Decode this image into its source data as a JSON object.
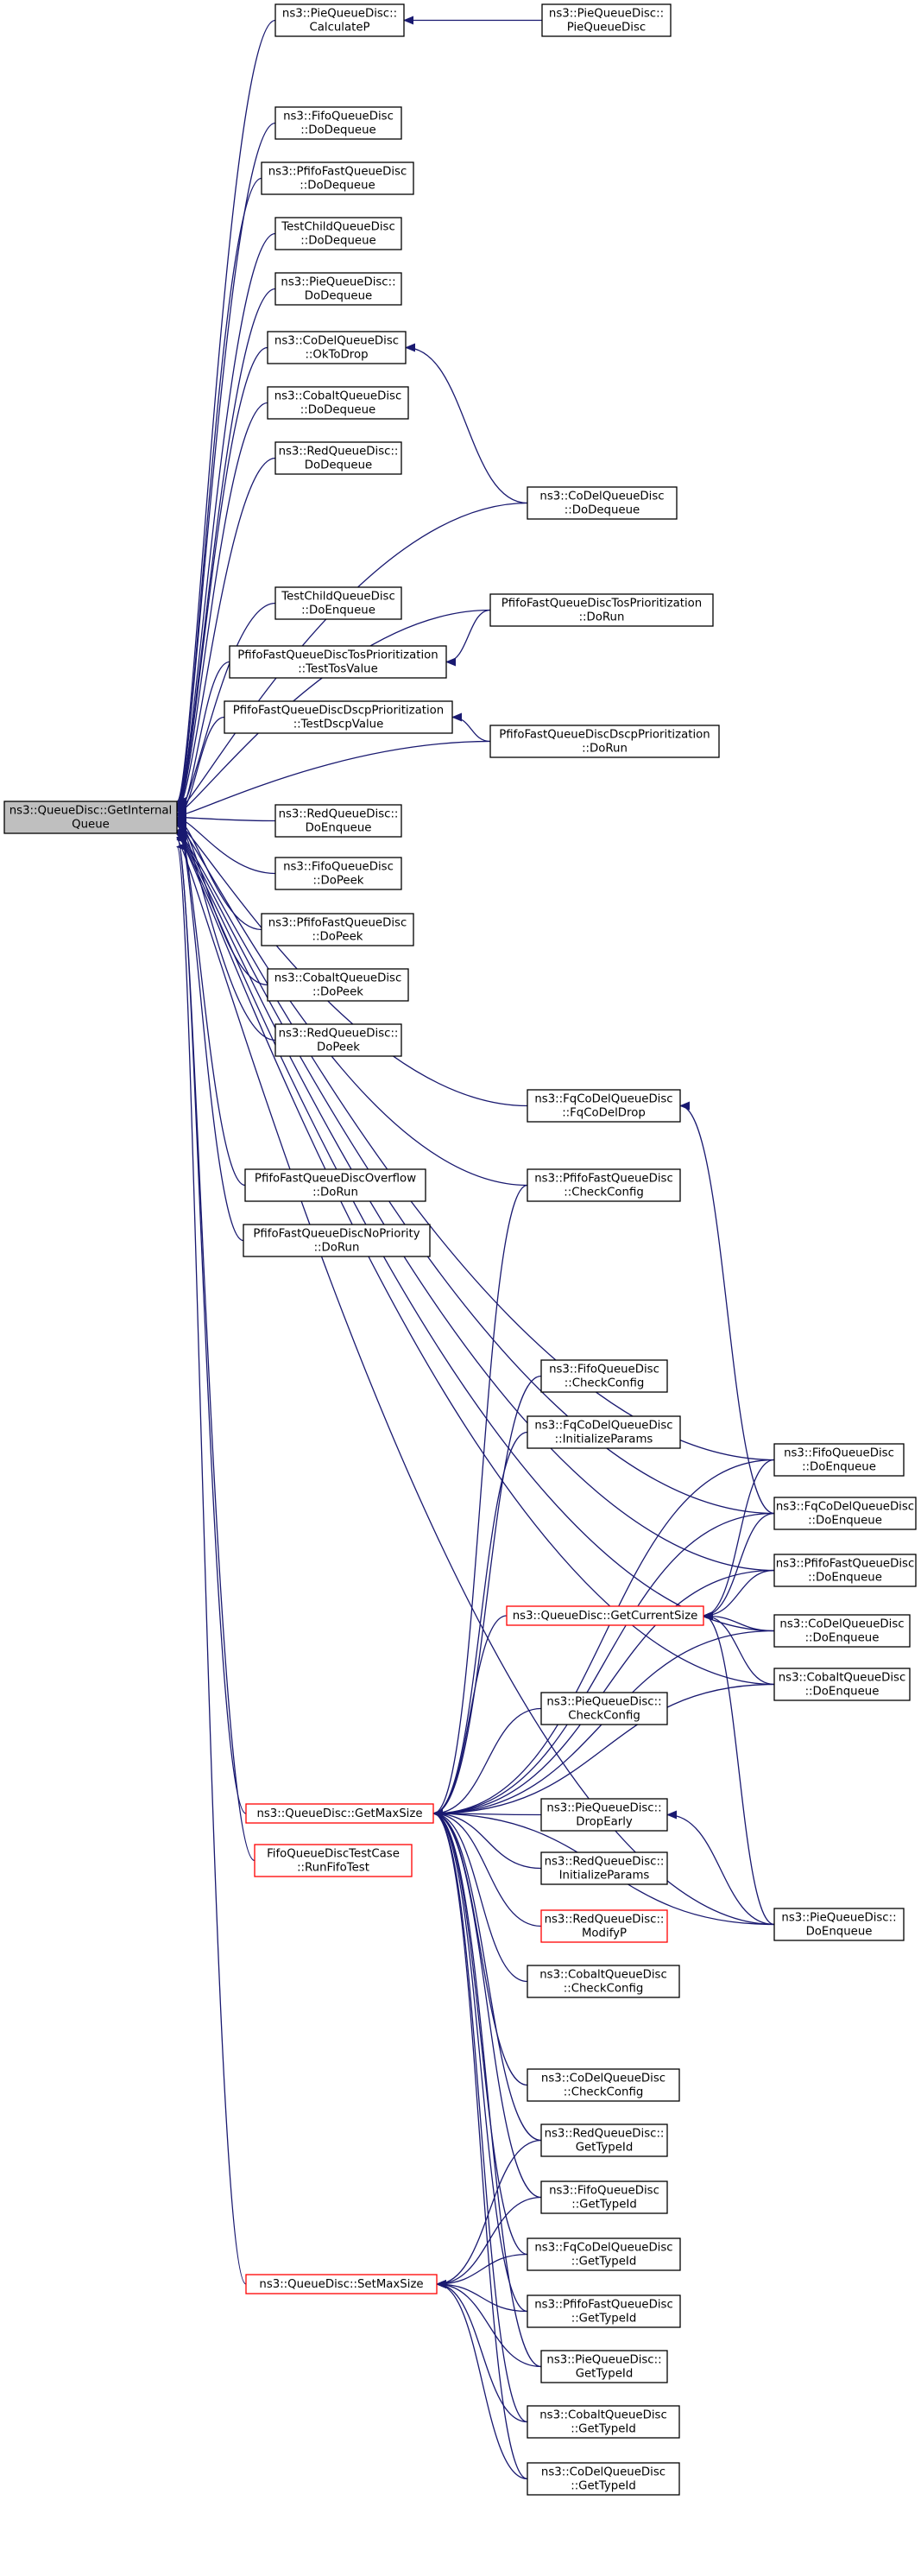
{
  "colors": {
    "edge": "#191970",
    "node_border": "#000000",
    "node_border_highlight": "#ff0000",
    "root_fill": "#bfbfbf"
  },
  "nodes": [
    {
      "id": "root",
      "lines": [
        "ns3::QueueDisc::GetInternal",
        "Queue"
      ],
      "style": "root"
    },
    {
      "id": "pie_calculatep",
      "lines": [
        "ns3::PieQueueDisc::",
        "CalculateP"
      ]
    },
    {
      "id": "pie_ctor",
      "lines": [
        "ns3::PieQueueDisc::",
        "PieQueueDisc"
      ]
    },
    {
      "id": "fifo_dodequeue",
      "lines": [
        "ns3::FifoQueueDisc",
        "::DoDequeue"
      ]
    },
    {
      "id": "pfifo_dodequeue",
      "lines": [
        "ns3::PfifoFastQueueDisc",
        "::DoDequeue"
      ]
    },
    {
      "id": "testchild_dodequeue",
      "lines": [
        "TestChildQueueDisc",
        "::DoDequeue"
      ]
    },
    {
      "id": "pie_dodequeue",
      "lines": [
        "ns3::PieQueueDisc::",
        "DoDequeue"
      ]
    },
    {
      "id": "codel_oktodrop",
      "lines": [
        "ns3::CoDelQueueDisc",
        "::OkToDrop"
      ]
    },
    {
      "id": "cobalt_dodequeue",
      "lines": [
        "ns3::CobaltQueueDisc",
        "::DoDequeue"
      ]
    },
    {
      "id": "red_dodequeue",
      "lines": [
        "ns3::RedQueueDisc::",
        "DoDequeue"
      ]
    },
    {
      "id": "codel_dodequeue",
      "lines": [
        "ns3::CoDelQueueDisc",
        "::DoDequeue"
      ]
    },
    {
      "id": "testchild_doenqueue",
      "lines": [
        "TestChildQueueDisc",
        "::DoEnqueue"
      ]
    },
    {
      "id": "tos_dorun",
      "lines": [
        "PfifoFastQueueDiscTosPrioritization",
        "::DoRun"
      ]
    },
    {
      "id": "tos_testtos",
      "lines": [
        "PfifoFastQueueDiscTosPrioritization",
        "::TestTosValue"
      ]
    },
    {
      "id": "dscp_testdscp",
      "lines": [
        "PfifoFastQueueDiscDscpPrioritization",
        "::TestDscpValue"
      ]
    },
    {
      "id": "dscp_dorun",
      "lines": [
        "PfifoFastQueueDiscDscpPrioritization",
        "::DoRun"
      ]
    },
    {
      "id": "red_doenqueue",
      "lines": [
        "ns3::RedQueueDisc::",
        "DoEnqueue"
      ]
    },
    {
      "id": "fifo_dopeek",
      "lines": [
        "ns3::FifoQueueDisc",
        "::DoPeek"
      ]
    },
    {
      "id": "pfifo_dopeek",
      "lines": [
        "ns3::PfifoFastQueueDisc",
        "::DoPeek"
      ]
    },
    {
      "id": "cobalt_dopeek",
      "lines": [
        "ns3::CobaltQueueDisc",
        "::DoPeek"
      ]
    },
    {
      "id": "red_dopeek",
      "lines": [
        "ns3::RedQueueDisc::",
        "DoPeek"
      ]
    },
    {
      "id": "fqcodel_drop",
      "lines": [
        "ns3::FqCoDelQueueDisc",
        "::FqCoDelDrop"
      ]
    },
    {
      "id": "pfifo_checkconfig",
      "lines": [
        "ns3::PfifoFastQueueDisc",
        "::CheckConfig"
      ]
    },
    {
      "id": "overflow_dorun",
      "lines": [
        "PfifoFastQueueDiscOverflow",
        "::DoRun"
      ]
    },
    {
      "id": "nopriority_dorun",
      "lines": [
        "PfifoFastQueueDiscNoPriority",
        "::DoRun"
      ]
    },
    {
      "id": "fifo_checkconfig",
      "lines": [
        "ns3::FifoQueueDisc",
        "::CheckConfig"
      ]
    },
    {
      "id": "fqcodel_initparams",
      "lines": [
        "ns3::FqCoDelQueueDisc",
        "::InitializeParams"
      ]
    },
    {
      "id": "fifo_doenqueue",
      "lines": [
        "ns3::FifoQueueDisc",
        "::DoEnqueue"
      ]
    },
    {
      "id": "fqcodel_doenqueue",
      "lines": [
        "ns3::FqCoDelQueueDisc",
        "::DoEnqueue"
      ]
    },
    {
      "id": "pfifo_doenqueue",
      "lines": [
        "ns3::PfifoFastQueueDisc",
        "::DoEnqueue"
      ]
    },
    {
      "id": "getcurrentsize",
      "lines": [
        "ns3::QueueDisc::GetCurrentSize"
      ],
      "style": "red"
    },
    {
      "id": "codel_doenqueue",
      "lines": [
        "ns3::CoDelQueueDisc",
        "::DoEnqueue"
      ]
    },
    {
      "id": "cobalt_doenqueue",
      "lines": [
        "ns3::CobaltQueueDisc",
        "::DoEnqueue"
      ]
    },
    {
      "id": "pie_checkconfig",
      "lines": [
        "ns3::PieQueueDisc::",
        "CheckConfig"
      ]
    },
    {
      "id": "getmaxsize",
      "lines": [
        "ns3::QueueDisc::GetMaxSize"
      ],
      "style": "red"
    },
    {
      "id": "pie_dropearly",
      "lines": [
        "ns3::PieQueueDisc::",
        "DropEarly"
      ]
    },
    {
      "id": "fifotest_run",
      "lines": [
        "FifoQueueDiscTestCase",
        "::RunFifoTest"
      ],
      "style": "red"
    },
    {
      "id": "red_initparams",
      "lines": [
        "ns3::RedQueueDisc::",
        "InitializeParams"
      ]
    },
    {
      "id": "pie_doenqueue",
      "lines": [
        "ns3::PieQueueDisc::",
        "DoEnqueue"
      ]
    },
    {
      "id": "red_modifyp",
      "lines": [
        "ns3::RedQueueDisc::",
        "ModifyP"
      ],
      "style": "red"
    },
    {
      "id": "cobalt_checkconfig",
      "lines": [
        "ns3::CobaltQueueDisc",
        "::CheckConfig"
      ]
    },
    {
      "id": "codel_checkconfig",
      "lines": [
        "ns3::CoDelQueueDisc",
        "::CheckConfig"
      ]
    },
    {
      "id": "red_gettypeid",
      "lines": [
        "ns3::RedQueueDisc::",
        "GetTypeId"
      ]
    },
    {
      "id": "fifo_gettypeid",
      "lines": [
        "ns3::FifoQueueDisc",
        "::GetTypeId"
      ]
    },
    {
      "id": "fqcodel_gettypeid",
      "lines": [
        "ns3::FqCoDelQueueDisc",
        "::GetTypeId"
      ]
    },
    {
      "id": "setmaxsize",
      "lines": [
        "ns3::QueueDisc::SetMaxSize"
      ],
      "style": "red"
    },
    {
      "id": "pfifo_gettypeid",
      "lines": [
        "ns3::PfifoFastQueueDisc",
        "::GetTypeId"
      ]
    },
    {
      "id": "pie_gettypeid",
      "lines": [
        "ns3::PieQueueDisc::",
        "GetTypeId"
      ]
    },
    {
      "id": "cobalt_gettypeid",
      "lines": [
        "ns3::CobaltQueueDisc",
        "::GetTypeId"
      ]
    },
    {
      "id": "codel_gettypeid",
      "lines": [
        "ns3::CoDelQueueDisc",
        "::GetTypeId"
      ]
    }
  ],
  "edges": [
    [
      "root",
      "pie_calculatep"
    ],
    [
      "root",
      "fifo_dodequeue"
    ],
    [
      "root",
      "pfifo_dodequeue"
    ],
    [
      "root",
      "testchild_dodequeue"
    ],
    [
      "root",
      "pie_dodequeue"
    ],
    [
      "root",
      "codel_oktodrop"
    ],
    [
      "root",
      "cobalt_dodequeue"
    ],
    [
      "root",
      "red_dodequeue"
    ],
    [
      "root",
      "codel_dodequeue"
    ],
    [
      "root",
      "tos_dorun"
    ],
    [
      "root",
      "testchild_doenqueue"
    ],
    [
      "root",
      "tos_testtos"
    ],
    [
      "root",
      "dscp_testdscp"
    ],
    [
      "root",
      "dscp_dorun"
    ],
    [
      "root",
      "red_doenqueue"
    ],
    [
      "root",
      "fifo_dopeek"
    ],
    [
      "root",
      "pfifo_dopeek"
    ],
    [
      "root",
      "cobalt_dopeek"
    ],
    [
      "root",
      "red_dopeek"
    ],
    [
      "root",
      "fqcodel_drop"
    ],
    [
      "root",
      "pfifo_checkconfig"
    ],
    [
      "root",
      "overflow_dorun"
    ],
    [
      "root",
      "nopriority_dorun"
    ],
    [
      "root",
      "fifo_doenqueue"
    ],
    [
      "root",
      "fqcodel_doenqueue"
    ],
    [
      "root",
      "pfifo_doenqueue"
    ],
    [
      "root",
      "codel_doenqueue"
    ],
    [
      "root",
      "cobalt_doenqueue"
    ],
    [
      "root",
      "getmaxsize"
    ],
    [
      "root",
      "fifotest_run"
    ],
    [
      "root",
      "setmaxsize"
    ],
    [
      "root",
      "pie_doenqueue"
    ],
    [
      "pie_calculatep",
      "pie_ctor"
    ],
    [
      "codel_oktodrop",
      "codel_dodequeue"
    ],
    [
      "tos_testtos",
      "tos_dorun"
    ],
    [
      "dscp_testdscp",
      "dscp_dorun"
    ],
    [
      "fqcodel_drop",
      "fqcodel_doenqueue"
    ],
    [
      "getcurrentsize",
      "fifo_doenqueue"
    ],
    [
      "getcurrentsize",
      "fqcodel_doenqueue"
    ],
    [
      "getcurrentsize",
      "pfifo_doenqueue"
    ],
    [
      "getcurrentsize",
      "codel_doenqueue"
    ],
    [
      "getcurrentsize",
      "cobalt_doenqueue"
    ],
    [
      "getcurrentsize",
      "pie_doenqueue"
    ],
    [
      "getmaxsize",
      "pfifo_checkconfig"
    ],
    [
      "getmaxsize",
      "fifo_checkconfig"
    ],
    [
      "getmaxsize",
      "fqcodel_initparams"
    ],
    [
      "getmaxsize",
      "fifo_doenqueue"
    ],
    [
      "getmaxsize",
      "fqcodel_doenqueue"
    ],
    [
      "getmaxsize",
      "pfifo_doenqueue"
    ],
    [
      "getmaxsize",
      "getcurrentsize"
    ],
    [
      "getmaxsize",
      "cobalt_doenqueue"
    ],
    [
      "getmaxsize",
      "codel_doenqueue"
    ],
    [
      "getmaxsize",
      "pie_checkconfig"
    ],
    [
      "getmaxsize",
      "pie_dropearly"
    ],
    [
      "getmaxsize",
      "red_initparams"
    ],
    [
      "getmaxsize",
      "red_modifyp"
    ],
    [
      "getmaxsize",
      "cobalt_checkconfig"
    ],
    [
      "getmaxsize",
      "pie_doenqueue"
    ],
    [
      "getmaxsize",
      "codel_checkconfig"
    ],
    [
      "getmaxsize",
      "red_gettypeid"
    ],
    [
      "getmaxsize",
      "fifo_gettypeid"
    ],
    [
      "getmaxsize",
      "fqcodel_gettypeid"
    ],
    [
      "getmaxsize",
      "pfifo_gettypeid"
    ],
    [
      "getmaxsize",
      "pie_gettypeid"
    ],
    [
      "getmaxsize",
      "cobalt_gettypeid"
    ],
    [
      "getmaxsize",
      "codel_gettypeid"
    ],
    [
      "pie_dropearly",
      "pie_doenqueue"
    ],
    [
      "setmaxsize",
      "red_gettypeid"
    ],
    [
      "setmaxsize",
      "fifo_gettypeid"
    ],
    [
      "setmaxsize",
      "fqcodel_gettypeid"
    ],
    [
      "setmaxsize",
      "pfifo_gettypeid"
    ],
    [
      "setmaxsize",
      "pie_gettypeid"
    ],
    [
      "setmaxsize",
      "cobalt_gettypeid"
    ],
    [
      "setmaxsize",
      "codel_gettypeid"
    ]
  ]
}
